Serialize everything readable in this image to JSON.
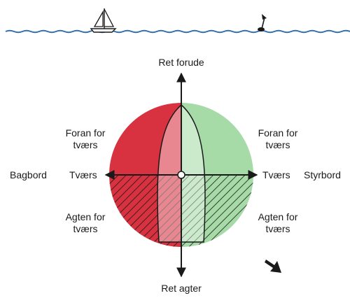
{
  "labels": {
    "forward": "Ret forude",
    "aft": "Ret agter",
    "port": "Bagbord",
    "starboard": "Styrbord",
    "abeam_left": "Tværs",
    "abeam_right": "Tværs",
    "forward_beam_left_l1": "Foran for",
    "forward_beam_left_l2": "tværs",
    "forward_beam_right_l1": "Foran for",
    "forward_beam_right_l2": "tværs",
    "aft_beam_left_l1": "Agten for",
    "aft_beam_left_l2": "tværs",
    "aft_beam_right_l1": "Agten for",
    "aft_beam_right_l2": "tværs"
  },
  "colors": {
    "port_sector": "#d8313f",
    "starboard_sector": "#a6dba8",
    "water_line": "#2f6fb2",
    "line": "#1a1a1a"
  },
  "icons": {
    "sailboat": "sailboat-icon",
    "buoy": "buoy-icon",
    "corner_arrow": "arrow-icon"
  }
}
